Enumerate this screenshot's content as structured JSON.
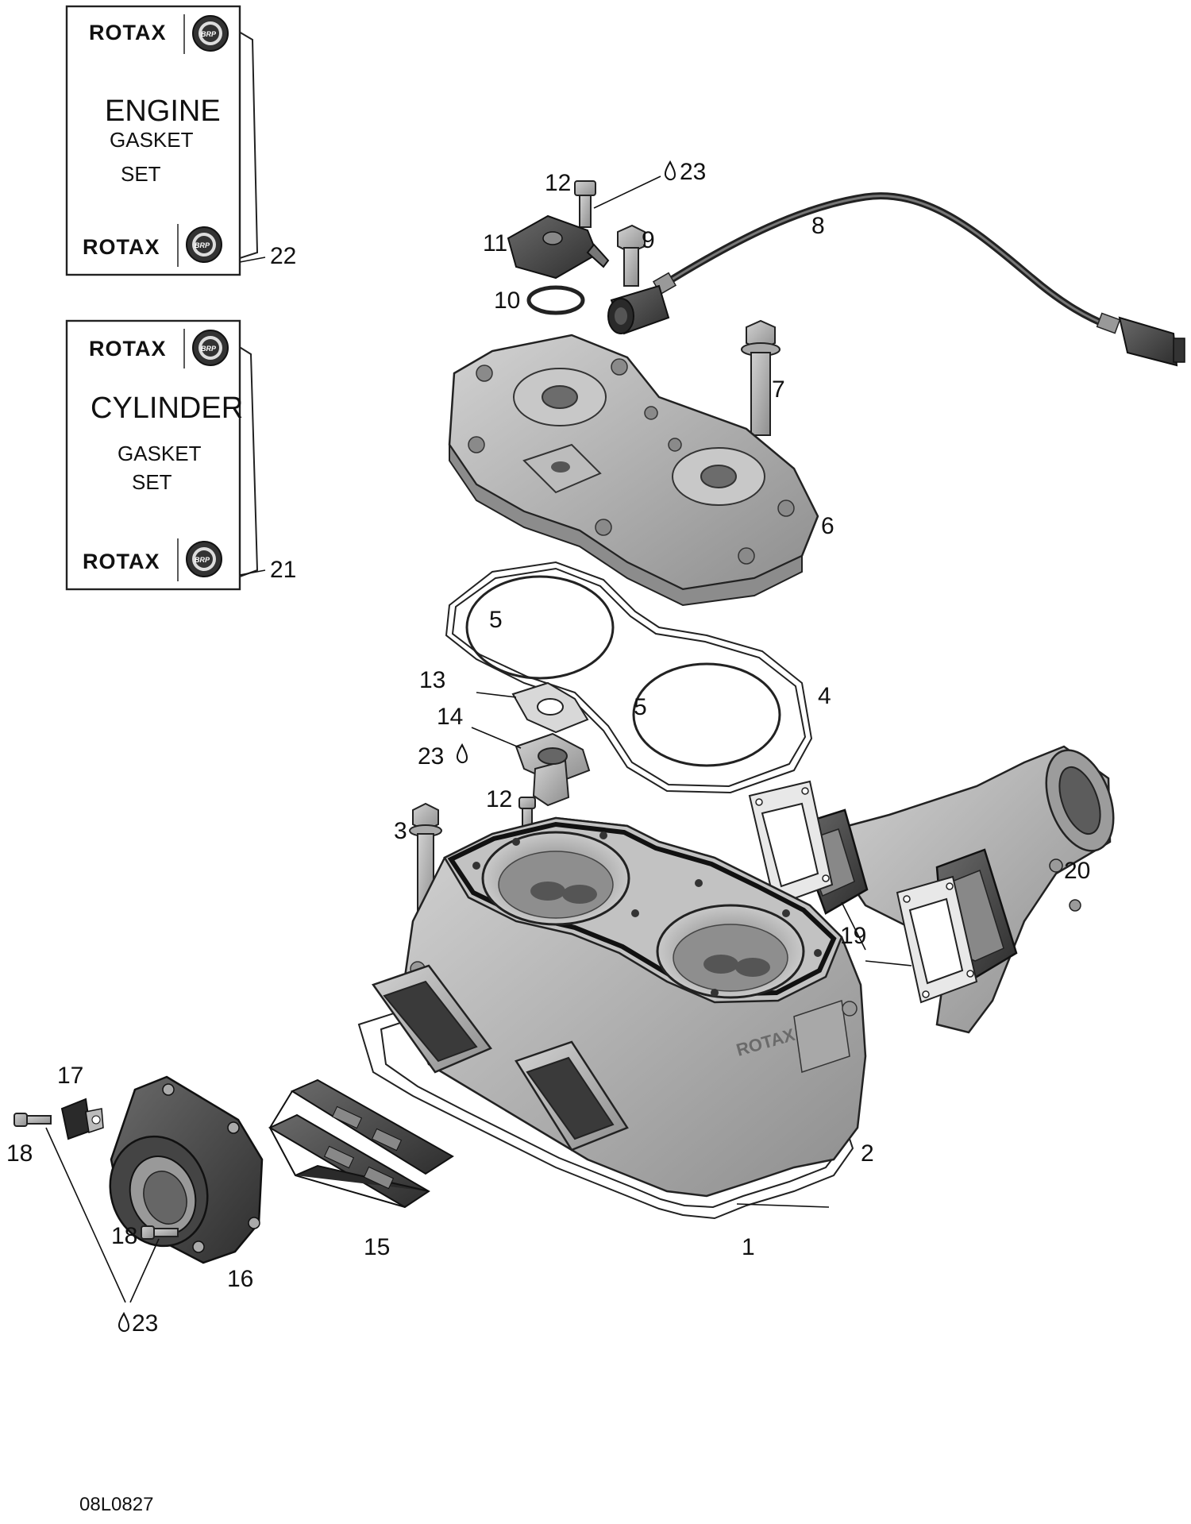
{
  "kits": [
    {
      "brand": "ROTAX",
      "logo_text": "BRP",
      "lines": [
        "ENGINE",
        "GASKET",
        "SET"
      ],
      "callout": "22"
    },
    {
      "brand": "ROTAX",
      "logo_text": "BRP",
      "lines": [
        "CYLINDER",
        "GASKET",
        "SET"
      ],
      "callout": "21"
    }
  ],
  "callouts": [
    "1",
    "2",
    "3",
    "4",
    "5",
    "5",
    "6",
    "7",
    "8",
    "9",
    "10",
    "11",
    "12",
    "12",
    "13",
    "14",
    "15",
    "16",
    "17",
    "18",
    "18",
    "19",
    "20",
    "23",
    "23",
    "23"
  ],
  "engraving": "ROTAX",
  "figure_code": "08L0827",
  "colors": {
    "metal": "#b7b7b7",
    "metal_dark": "#8a8a8a",
    "rubber": "#3a3a3a",
    "line": "#222222"
  }
}
